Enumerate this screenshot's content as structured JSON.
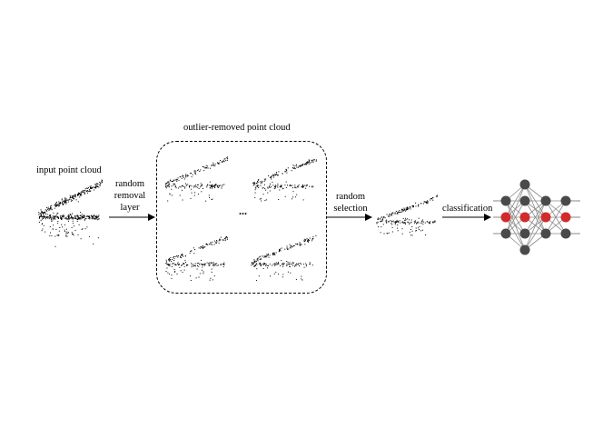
{
  "labels": {
    "input": "input point cloud",
    "removal_1": "random",
    "removal_2": "removal",
    "removal_3": "layer",
    "outlier_title": "outlier-removed point cloud",
    "ellipsis": "...",
    "selection_1": "random",
    "selection_2": "selection",
    "classification": "classification"
  },
  "colors": {
    "stroke": "#000000",
    "node_dark": "#4a4a4a",
    "node_red": "#d12b2b",
    "edge": "#8a8a8a"
  },
  "network": {
    "columns": [
      [
        "dark",
        "red",
        "dark"
      ],
      [
        "dark",
        "dark",
        "red",
        "dark",
        "dark"
      ],
      [
        "dark",
        "red",
        "dark"
      ],
      [
        "dark",
        "red",
        "dark"
      ]
    ]
  }
}
